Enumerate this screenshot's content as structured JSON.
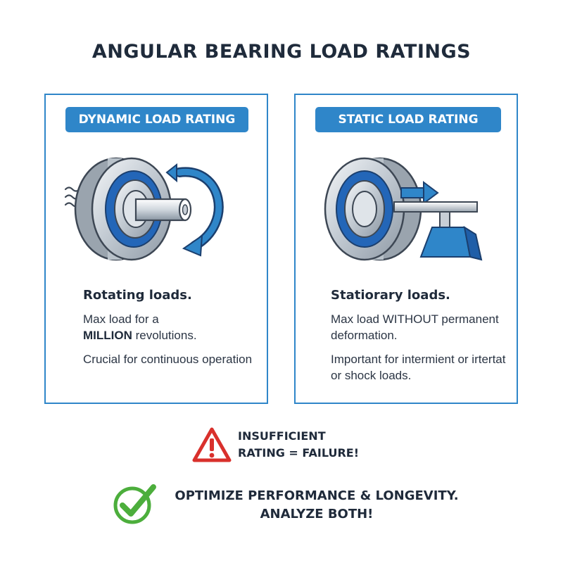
{
  "title": "ANGULAR BEARING LOAD RATINGS",
  "dynamic": {
    "label": "DYNAMIC LOAD RATING",
    "heading": "Rotating loads.",
    "line1a": "Max load for a",
    "line1b_bold": "MILLION",
    "line1c": " revolutions.",
    "line2": "Crucial for continuous operation"
  },
  "static": {
    "label": "STATIC LOAD RATING",
    "heading": "Statiorary loads.",
    "line1": "Max load WITHOUT permanent deformation.",
    "line2": "Important for intermient or irtertat or shock loads."
  },
  "warning": {
    "text": "INSUFFICIENT\nRATING = FAILURE!",
    "icon": "warning-triangle-icon",
    "color": "#d9302c"
  },
  "advice": {
    "line1": "OPTIMIZE PERFORMANCE & LONGEVITY.",
    "line2": "ANALYZE BOTH!",
    "icon": "checkmark-icon",
    "color": "#4cae3c"
  },
  "colors": {
    "accent": "#2f86c9",
    "ring_blue": "#2366b8",
    "text": "#1f2a3a"
  }
}
